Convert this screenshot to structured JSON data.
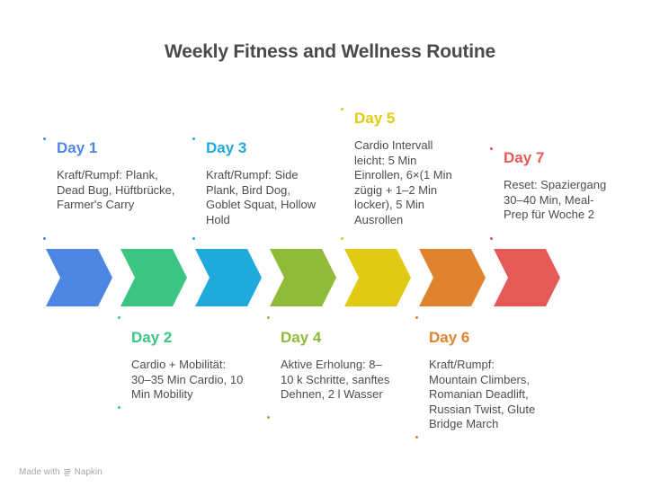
{
  "title": "Weekly Fitness and Wellness Routine",
  "days": [
    {
      "label": "Day 1",
      "description": "Kraft/Rumpf: Plank, Dead Bug, Hüftbrücke, Farmer's Carry",
      "color": "#4E86E4",
      "position": "top"
    },
    {
      "label": "Day 2",
      "description": "Cardio + Mobilität: 30–35 Min Cardio, 10 Min Mobility",
      "color": "#3CC483",
      "position": "bottom"
    },
    {
      "label": "Day 3",
      "description": "Kraft/Rumpf: Side Plank, Bird Dog, Goblet Squat, Hollow Hold",
      "color": "#1FAADB",
      "position": "top"
    },
    {
      "label": "Day 4",
      "description": "Aktive Erholung: 8–10 k Schritte, sanftes Dehnen, 2 l Wasser",
      "color": "#8FBA3A",
      "position": "bottom"
    },
    {
      "label": "Day 5",
      "description": "Cardio Intervall leicht: 5 Min Einrollen, 6×(1 Min zügig + 1–2 Min locker), 5 Min Ausrollen",
      "color": "#E0CB12",
      "position": "top"
    },
    {
      "label": "Day 6",
      "description": "Kraft/Rumpf: Mountain Climbers, Romanian Deadlift, Russian Twist, Glute Bridge March",
      "color": "#E0832E",
      "position": "bottom"
    },
    {
      "label": "Day 7",
      "description": "Reset: Spaziergang 30–40 Min, Meal-Prep für Woche 2",
      "color": "#E45A56",
      "position": "top"
    }
  ],
  "footer": {
    "made_with": "Made with",
    "brand": "Napkin",
    "icon": "napkin-logo-icon"
  }
}
